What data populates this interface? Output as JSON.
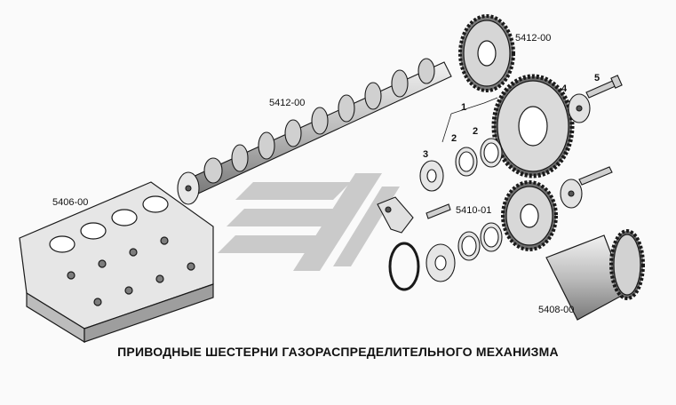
{
  "caption": "ПРИВОДНЫЕ ШЕСТЕРНИ ГАЗОРАСПРЕДЕЛИТЕЛЬНОГО МЕХАНИЗМА",
  "part_labels": {
    "gear_top": "5412-00",
    "camshaft": "5412-00",
    "cylinder_head": "5406-00",
    "idler_gear": "5410-01",
    "crankshaft": "5408-00"
  },
  "callouts": {
    "n1": "1",
    "n2a": "2",
    "n2b": "2",
    "n3": "3",
    "n4": "4",
    "n5": "5"
  },
  "colors": {
    "line": "#1a1a1a",
    "metal": "#c9c9c9",
    "metal_dark": "#8a8a8a",
    "logo": "#b5b5b5"
  }
}
